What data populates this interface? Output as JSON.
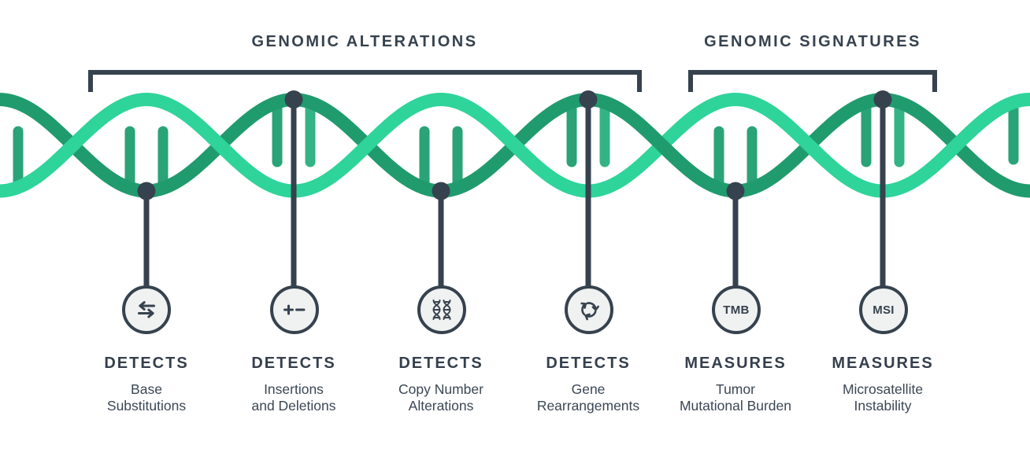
{
  "titles": {
    "alterations": "GENOMIC ALTERATIONS",
    "signatures": "GENOMIC SIGNATURES"
  },
  "colors": {
    "navy": "#36424e",
    "strand_dark_green": "#209b6e",
    "strand_light_green": "#2ed49a",
    "rung_green": "#29a377",
    "badge_fill": "#f0f1f1"
  },
  "callouts": [
    {
      "icon": "swap-arrows-icon",
      "heading": "DETECTS",
      "line1": "Base",
      "line2": "Substitutions"
    },
    {
      "icon": "plus-minus-icon",
      "heading": "DETECTS",
      "line1": "Insertions",
      "line2": "and Deletions"
    },
    {
      "icon": "dna-pair-icon",
      "heading": "DETECTS",
      "line1": "Copy Number",
      "line2": "Alterations"
    },
    {
      "icon": "cycle-arrows-icon",
      "heading": "DETECTS",
      "line1": "Gene",
      "line2": "Rearrangements"
    },
    {
      "icon": "tmb-badge",
      "badge": "TMB",
      "heading": "MEASURES",
      "line1": "Tumor",
      "line2": "Mutational Burden"
    },
    {
      "icon": "msi-badge",
      "badge": "MSI",
      "heading": "MEASURES",
      "line1": "Microsatellite",
      "line2": "Instability"
    }
  ]
}
